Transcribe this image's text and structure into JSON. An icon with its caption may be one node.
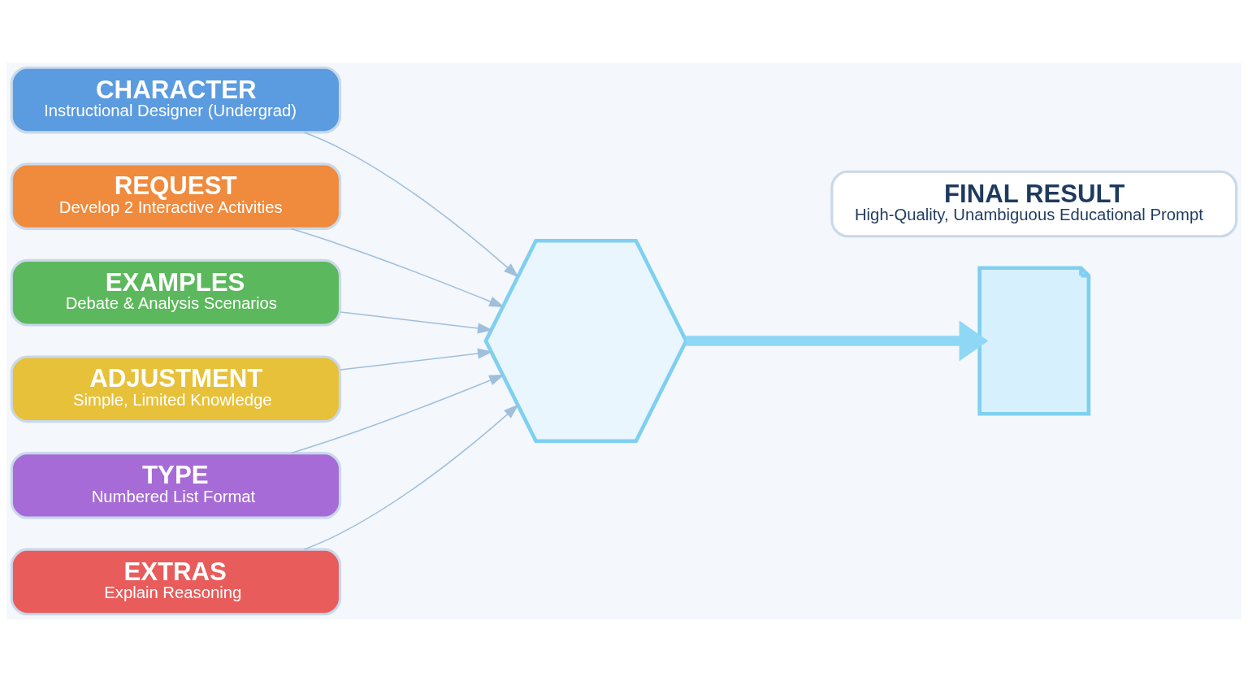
{
  "diagram": {
    "nodes": [
      {
        "text": [
          "CHARACTER",
          "Instructional Designer (Undergrad)"
        ]
      },
      {
        "text": [
          "REQUEST",
          "Develop 2 Interactive Activities"
        ]
      },
      {
        "text": [
          "EXAMPLES",
          "Debate & Analysis Scenarios"
        ]
      },
      {
        "text": [
          "ADJUSTMENT",
          "Simple, Limited Knowledge"
        ]
      },
      {
        "text": [
          "TYPE",
          "Numbered List Format"
        ]
      },
      {
        "text": [
          "EXTRAS",
          "Explain Reasoning"
        ]
      },
      {
        "text": [],
        "shape": "hexagon"
      },
      {
        "text": [],
        "shape": "picture"
      },
      {
        "text": [
          "FINAL RESULT",
          "High-Quality, Unambiguous Educational Prompt"
        ]
      }
    ],
    "edges": [
      {
        "from": 0,
        "to": 6,
        "arrow": "to"
      },
      {
        "from": 1,
        "to": 6,
        "arrow": "to"
      },
      {
        "from": 2,
        "to": 6,
        "arrow": "to"
      },
      {
        "from": 3,
        "to": 6,
        "arrow": "to"
      },
      {
        "from": 4,
        "to": 6,
        "arrow": "to"
      },
      {
        "from": 5,
        "to": 6,
        "arrow": "to"
      },
      {
        "from": 6,
        "to": 7,
        "arrow": "to",
        "style": "thick",
        "color": "#8fd8f5"
      }
    ]
  }
}
